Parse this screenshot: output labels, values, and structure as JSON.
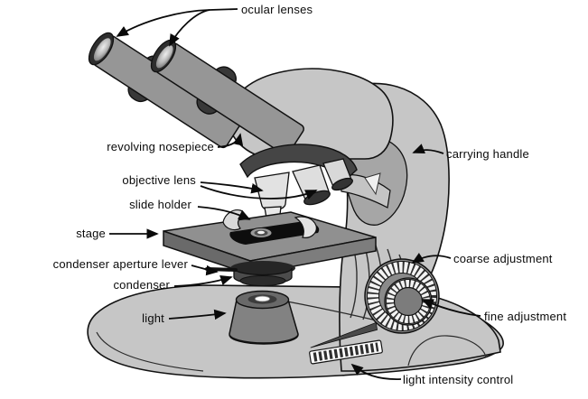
{
  "diagram": {
    "subject": "compound light microscope parts diagram",
    "background_color": "#ffffff",
    "outline_color": "#111111",
    "body_color": "#c6c6c6",
    "metal_color": "#969696",
    "dark_part_color": "#454545",
    "stage_color": "#909090",
    "label_text_color": "#0a0a0a",
    "labels": {
      "ocular_lenses": "ocular lenses",
      "revolving_nosepiece": "revolving nosepiece",
      "objective_lens": "objective lens",
      "slide_holder": "slide holder",
      "stage": "stage",
      "condenser_aperture_lever": "condenser aperture lever",
      "condenser": "condenser",
      "light": "light",
      "carrying_handle": "carrying handle",
      "coarse_adjustment": "coarse adjustment",
      "fine_adjustment": "fine adjustment",
      "light_intensity_control": "light intensity control"
    }
  }
}
